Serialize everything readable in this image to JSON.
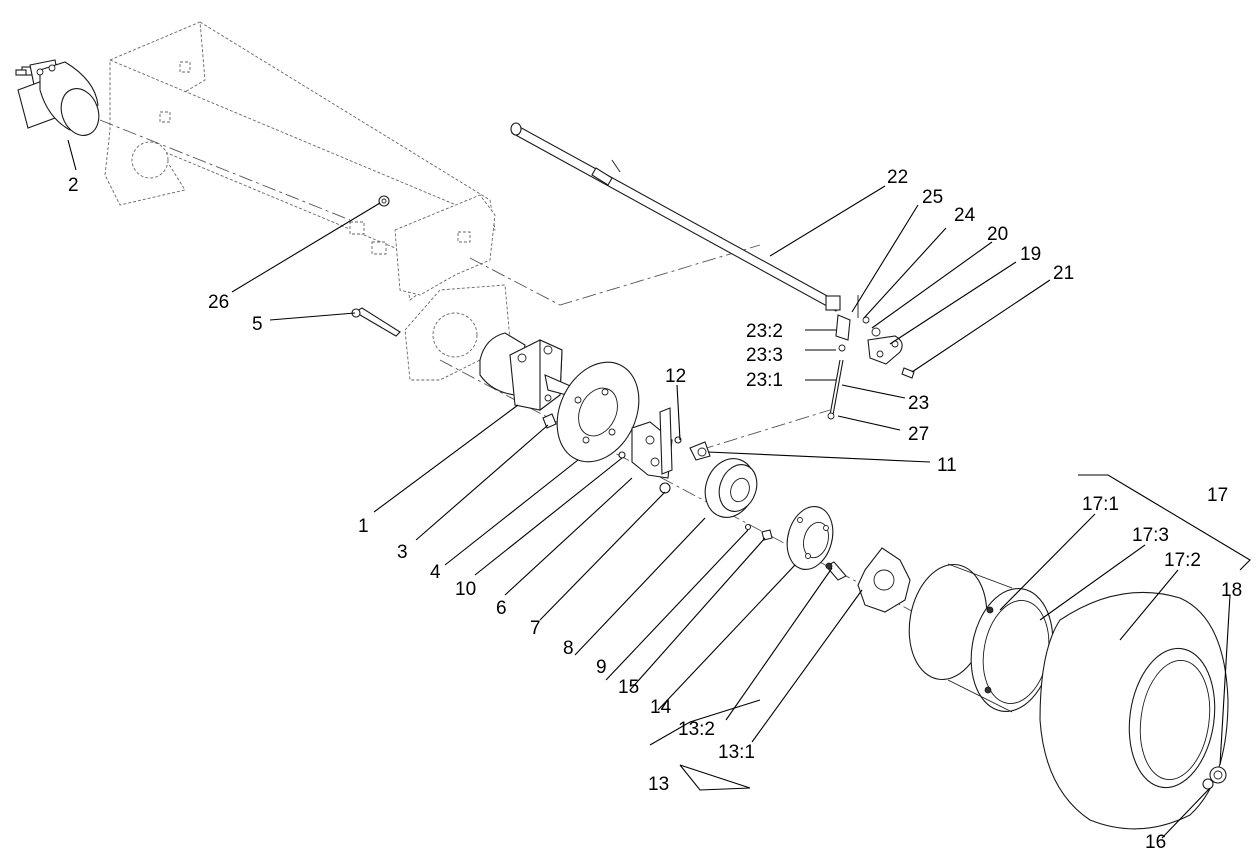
{
  "callouts": {
    "c1": "1",
    "c2": "2",
    "c3": "3",
    "c4": "4",
    "c5": "5",
    "c6": "6",
    "c7": "7",
    "c8": "8",
    "c9": "9",
    "c10": "10",
    "c11": "11",
    "c12": "12",
    "c13": "13",
    "c13_1": "13:1",
    "c13_2": "13:2",
    "c14": "14",
    "c15": "15",
    "c16": "16",
    "c17": "17",
    "c17_1": "17:1",
    "c17_2": "17:2",
    "c17_3": "17:3",
    "c18": "18",
    "c19": "19",
    "c20": "20",
    "c21": "21",
    "c22": "22",
    "c23": "23",
    "c23_1": "23:1",
    "c23_2": "23:2",
    "c23_3": "23:3",
    "c24": "24",
    "c25": "25",
    "c26": "26",
    "c27": "27"
  }
}
